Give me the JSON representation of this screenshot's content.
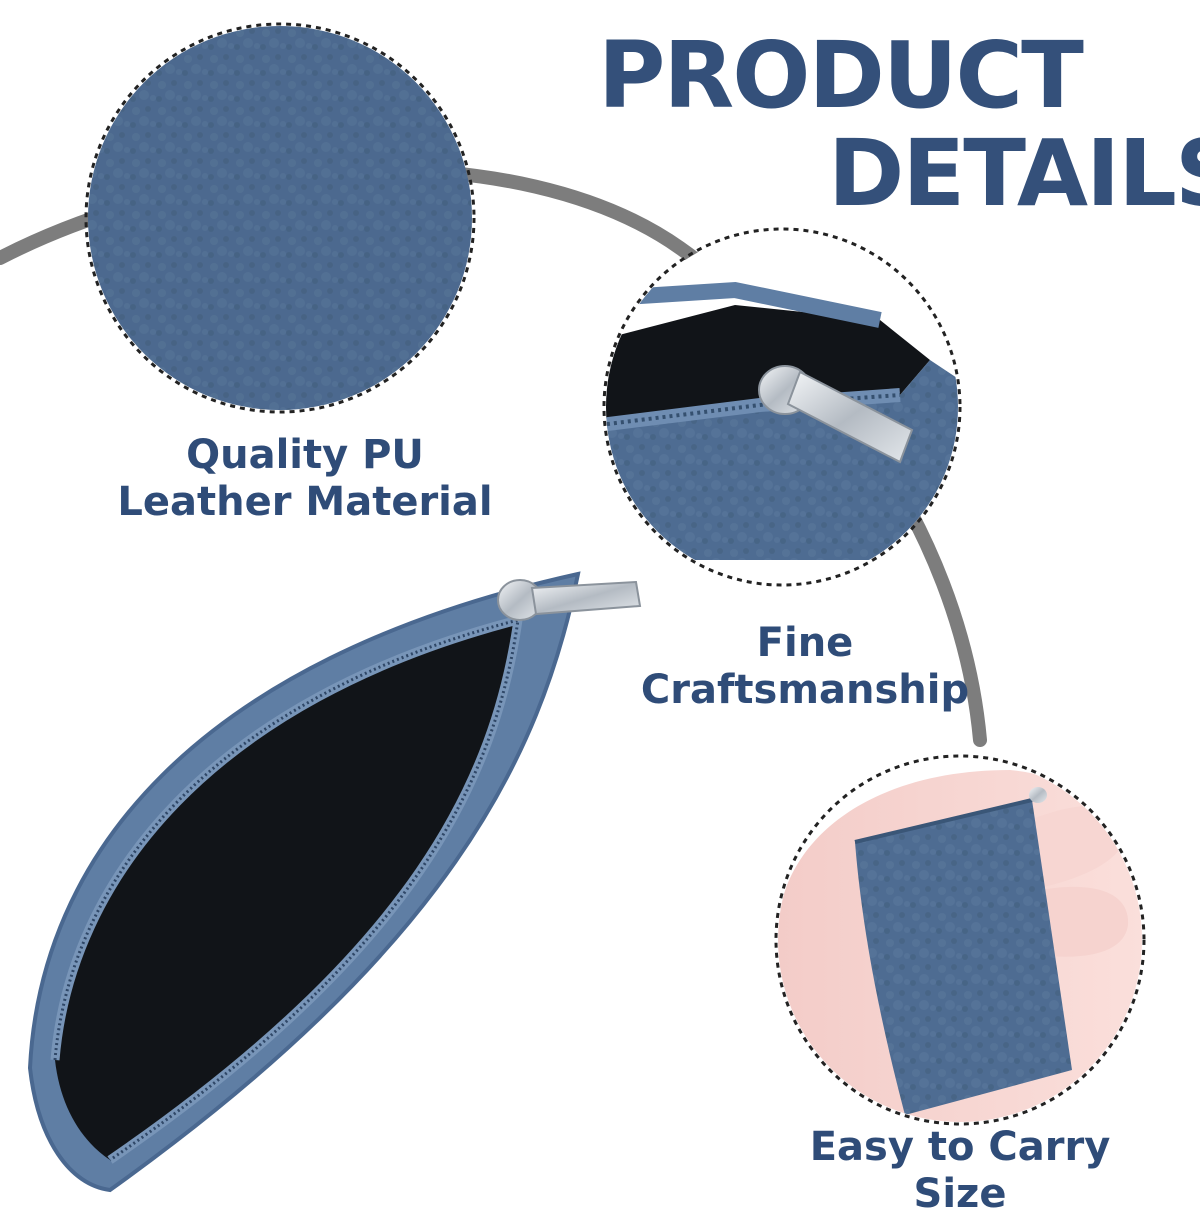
{
  "title": {
    "line1": "PRODUCT",
    "line2": "DETAILS"
  },
  "features": [
    {
      "line1": "Quality PU",
      "line2": "Leather Material"
    },
    {
      "line1": "Fine",
      "line2": "Craftsmanship"
    },
    {
      "line1": "Easy to Carry Size"
    }
  ],
  "colors": {
    "title_text": "#34507a",
    "caption_text": "#2f4c78",
    "leather_blue": "#4e6c92",
    "connector_gray": "#7d7d7d",
    "lining_black": "#111418"
  }
}
